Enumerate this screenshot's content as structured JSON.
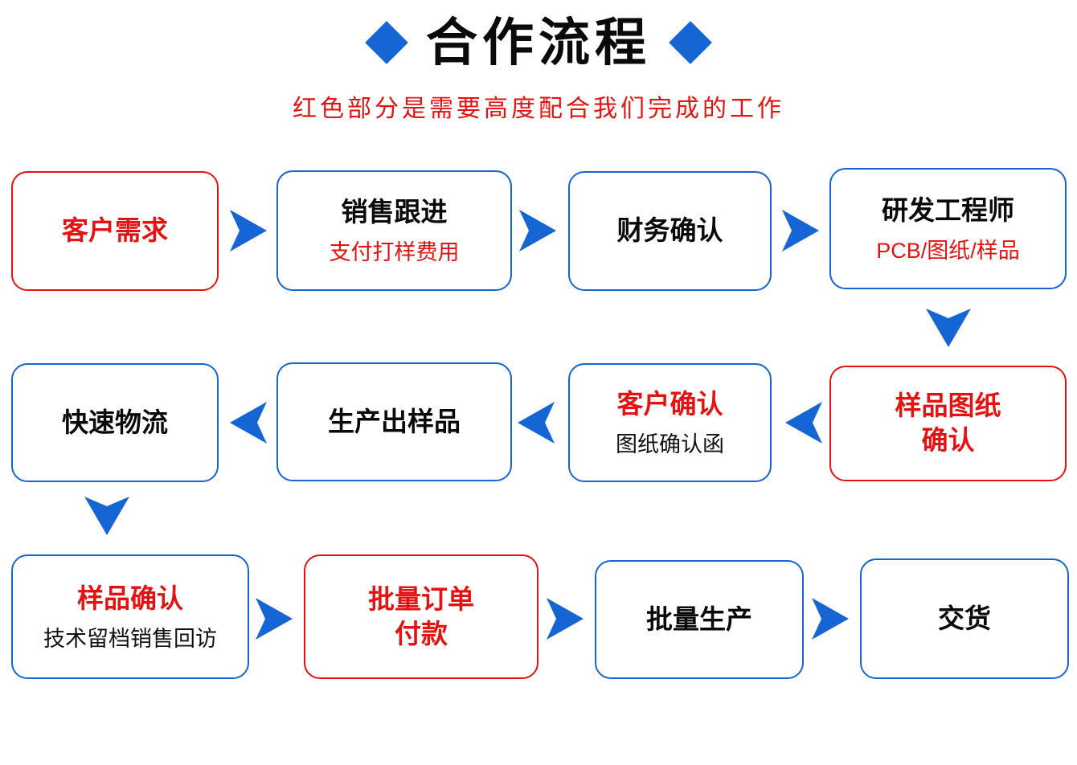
{
  "header": {
    "title": "合作流程",
    "decor": {
      "left_icon": "diamond-icon",
      "right_icon": "diamond-icon"
    }
  },
  "subtitle": "红色部分是需要高度配合我们完成的工作",
  "colors": {
    "blue": "#1565d4",
    "red": "#e61212",
    "text": "#0a0a0a",
    "background": "#ffffff"
  },
  "legend_meaning": "red elements = steps requiring close customer cooperation",
  "flow": {
    "nodes": [
      {
        "id": "customer-demand",
        "title": "客户需求"
      },
      {
        "id": "sales-follow-up",
        "title": "销售跟进",
        "subtitle": "支付打样费用"
      },
      {
        "id": "finance-confirm",
        "title": "财务确认"
      },
      {
        "id": "rd-engineer",
        "title": "研发工程师",
        "subtitle": "PCB/图纸/样品"
      },
      {
        "id": "sample-drawing-confirm",
        "title": "样品图纸",
        "line2": "确认"
      },
      {
        "id": "customer-confirm",
        "title": "客户确认",
        "subtitle": "图纸确认函"
      },
      {
        "id": "produce-sample",
        "title": "生产出样品"
      },
      {
        "id": "fast-logistics",
        "title": "快速物流"
      },
      {
        "id": "sample-confirm",
        "title": "样品确认",
        "subtitle": "技术留档销售回访"
      },
      {
        "id": "bulk-order-payment",
        "title": "批量订单",
        "line2": "付款"
      },
      {
        "id": "bulk-production",
        "title": "批量生产"
      },
      {
        "id": "delivery",
        "title": "交货"
      }
    ]
  }
}
